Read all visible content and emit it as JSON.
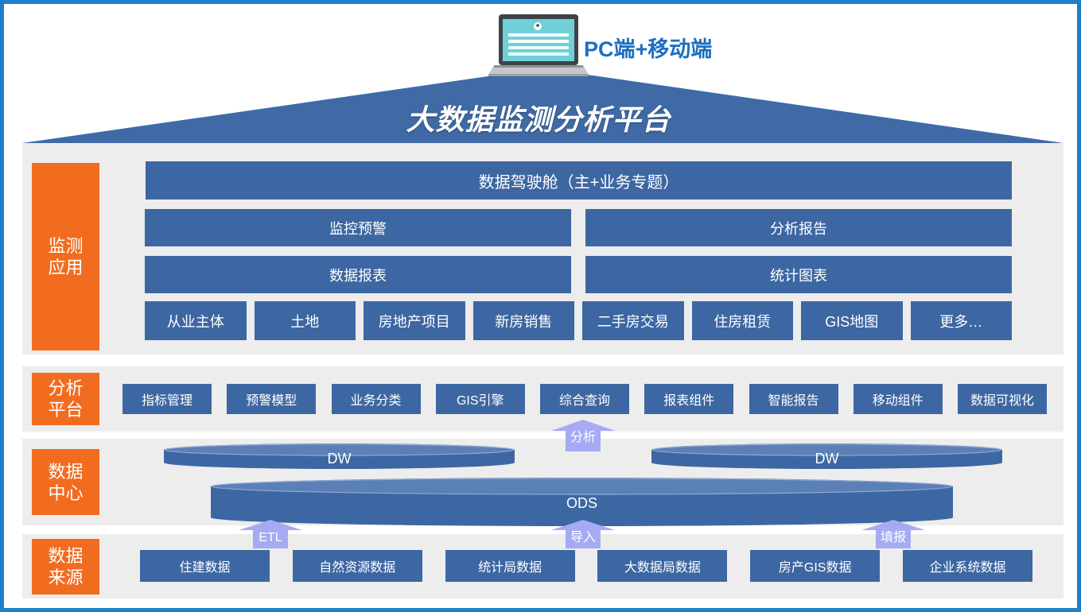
{
  "header": {
    "device_label": "PC端+移动端",
    "device_icon": "laptop-icon",
    "title": "大数据监测分析平台"
  },
  "layers": {
    "monitor_app": {
      "label_lines": [
        "监测",
        "应用"
      ],
      "cockpit": "数据驾驶舱（主+业务专题）",
      "row_a": [
        "监控预警",
        "分析报告"
      ],
      "row_b": [
        "数据报表",
        "统计图表"
      ],
      "topics": [
        "从业主体",
        "土地",
        "房地产项目",
        "新房销售",
        "二手房交易",
        "住房租赁",
        "GIS地图",
        "更多…"
      ]
    },
    "analysis_platform": {
      "label_lines": [
        "分析",
        "平台"
      ],
      "items": [
        "指标管理",
        "预警模型",
        "业务分类",
        "GIS引擎",
        "综合查询",
        "报表组件",
        "智能报告",
        "移动组件",
        "数据可视化"
      ]
    },
    "data_center": {
      "label_lines": [
        "数据",
        "中心"
      ],
      "dw_left": "DW",
      "dw_right": "DW",
      "ods": "ODS"
    },
    "data_source": {
      "label_lines": [
        "数据",
        "来源"
      ],
      "items": [
        "住建数据",
        "自然资源数据",
        "统计局数据",
        "大数据局数据",
        "房产GIS数据",
        "企业系统数据"
      ]
    }
  },
  "flows": {
    "analyze": "分析",
    "etl": "ETL",
    "import": "导入",
    "fill_report": "填报"
  },
  "colors": {
    "frame": "#1f7fc6",
    "box": "#3d67a2",
    "accent": "#f26c20",
    "panel": "#ededed",
    "arrow": "#a5abf3",
    "roof": "#3f6aa6",
    "device_label": "#1c6fc1"
  }
}
